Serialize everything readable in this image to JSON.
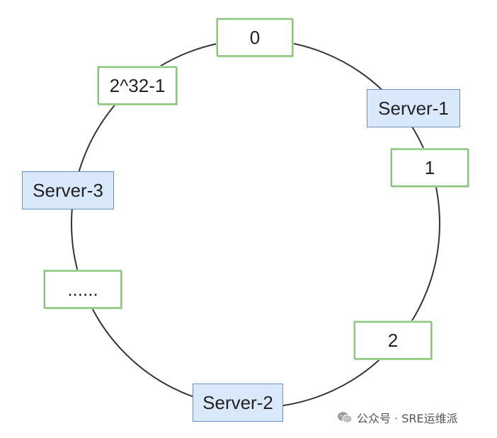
{
  "diagram": {
    "hash_slots": {
      "zero": "0",
      "one": "1",
      "two": "2",
      "max": "2^32-1",
      "ellipsis": "......"
    },
    "servers": {
      "server_1": "Server-1",
      "server_2": "Server-2",
      "server_3": "Server-3"
    }
  },
  "watermark": {
    "icon": "wechat-icon",
    "text": "公众号 · SRE运维派"
  },
  "colors": {
    "ring": "#333333",
    "slot_border": "#8cc77e",
    "server_fill": "#dae8fc",
    "server_border": "#6c8ebf"
  }
}
